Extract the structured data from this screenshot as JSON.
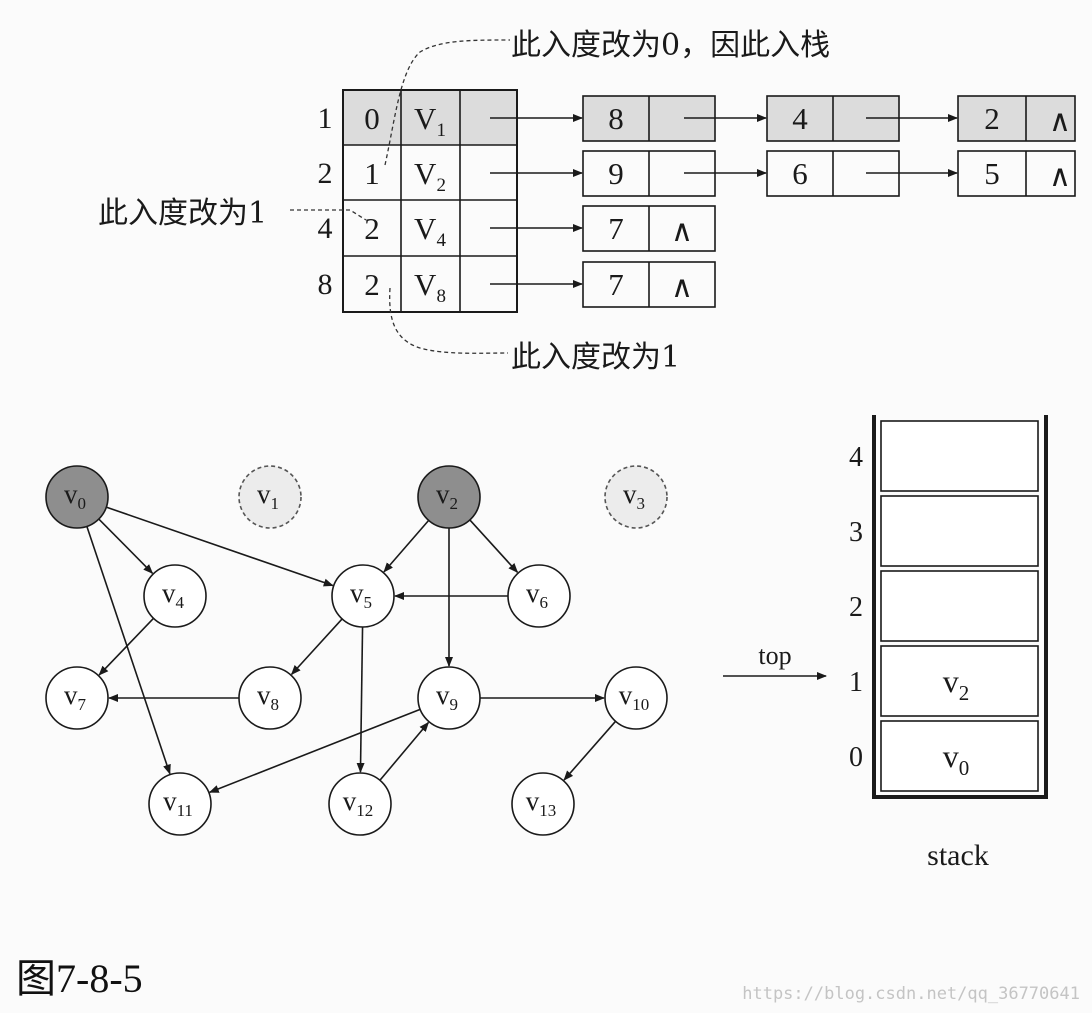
{
  "notes": {
    "top": "此入度改为0，因此入栈",
    "left": "此入度改为1",
    "bottom": "此入度改为1"
  },
  "adjacency_list": {
    "rows": [
      {
        "index": "1",
        "in": "0",
        "vertex": "V",
        "sub": "1",
        "highlighted": true,
        "edges": [
          {
            "to": "8",
            "end": false
          },
          {
            "to": "4",
            "end": false
          },
          {
            "to": "2",
            "end": true
          }
        ]
      },
      {
        "index": "2",
        "in": "1",
        "vertex": "V",
        "sub": "2",
        "highlighted": false,
        "edges": [
          {
            "to": "9",
            "end": false
          },
          {
            "to": "6",
            "end": false
          },
          {
            "to": "5",
            "end": true
          }
        ]
      },
      {
        "index": "4",
        "in": "2",
        "vertex": "V",
        "sub": "4",
        "highlighted": false,
        "edges": [
          {
            "to": "7",
            "end": true
          }
        ]
      },
      {
        "index": "8",
        "in": "2",
        "vertex": "V",
        "sub": "8",
        "highlighted": false,
        "edges": [
          {
            "to": "7",
            "end": true
          }
        ]
      }
    ],
    "null_symbol": "∧"
  },
  "graph": {
    "nodes": [
      {
        "id": "0",
        "label": "v",
        "sub": "0",
        "state": "stacked"
      },
      {
        "id": "1",
        "label": "v",
        "sub": "1",
        "state": "removed"
      },
      {
        "id": "2",
        "label": "v",
        "sub": "2",
        "state": "stacked"
      },
      {
        "id": "3",
        "label": "v",
        "sub": "3",
        "state": "removed"
      },
      {
        "id": "4",
        "label": "v",
        "sub": "4",
        "state": "normal"
      },
      {
        "id": "5",
        "label": "v",
        "sub": "5",
        "state": "normal"
      },
      {
        "id": "6",
        "label": "v",
        "sub": "6",
        "state": "normal"
      },
      {
        "id": "7",
        "label": "v",
        "sub": "7",
        "state": "normal"
      },
      {
        "id": "8",
        "label": "v",
        "sub": "8",
        "state": "normal"
      },
      {
        "id": "9",
        "label": "v",
        "sub": "9",
        "state": "normal"
      },
      {
        "id": "10",
        "label": "v",
        "sub": "10",
        "state": "normal"
      },
      {
        "id": "11",
        "label": "v",
        "sub": "11",
        "state": "normal"
      },
      {
        "id": "12",
        "label": "v",
        "sub": "12",
        "state": "normal"
      },
      {
        "id": "13",
        "label": "v",
        "sub": "13",
        "state": "normal"
      }
    ],
    "edges": [
      {
        "from": "0",
        "to": "4"
      },
      {
        "from": "0",
        "to": "5"
      },
      {
        "from": "0",
        "to": "11"
      },
      {
        "from": "2",
        "to": "5"
      },
      {
        "from": "2",
        "to": "6"
      },
      {
        "from": "2",
        "to": "9"
      },
      {
        "from": "4",
        "to": "7"
      },
      {
        "from": "5",
        "to": "8"
      },
      {
        "from": "5",
        "to": "12"
      },
      {
        "from": "6",
        "to": "5"
      },
      {
        "from": "8",
        "to": "7"
      },
      {
        "from": "9",
        "to": "11"
      },
      {
        "from": "9",
        "to": "10"
      },
      {
        "from": "12",
        "to": "9"
      },
      {
        "from": "10",
        "to": "13"
      }
    ]
  },
  "stack": {
    "label": "stack",
    "top_label": "top",
    "top_index": "1",
    "slots": [
      {
        "index": "4",
        "label": "",
        "sub": ""
      },
      {
        "index": "3",
        "label": "",
        "sub": ""
      },
      {
        "index": "2",
        "label": "",
        "sub": ""
      },
      {
        "index": "1",
        "label": "v",
        "sub": "2"
      },
      {
        "index": "0",
        "label": "v",
        "sub": "0"
      }
    ]
  },
  "caption": "图7-8-5",
  "watermark": "https://blog.csdn.net/qq_36770641",
  "colors": {
    "highlight_fill": "#dcdcdc",
    "stacked_node_fill": "#8e8e8e",
    "removed_node_fill": "#ececec",
    "line": "#1a1a1a"
  }
}
